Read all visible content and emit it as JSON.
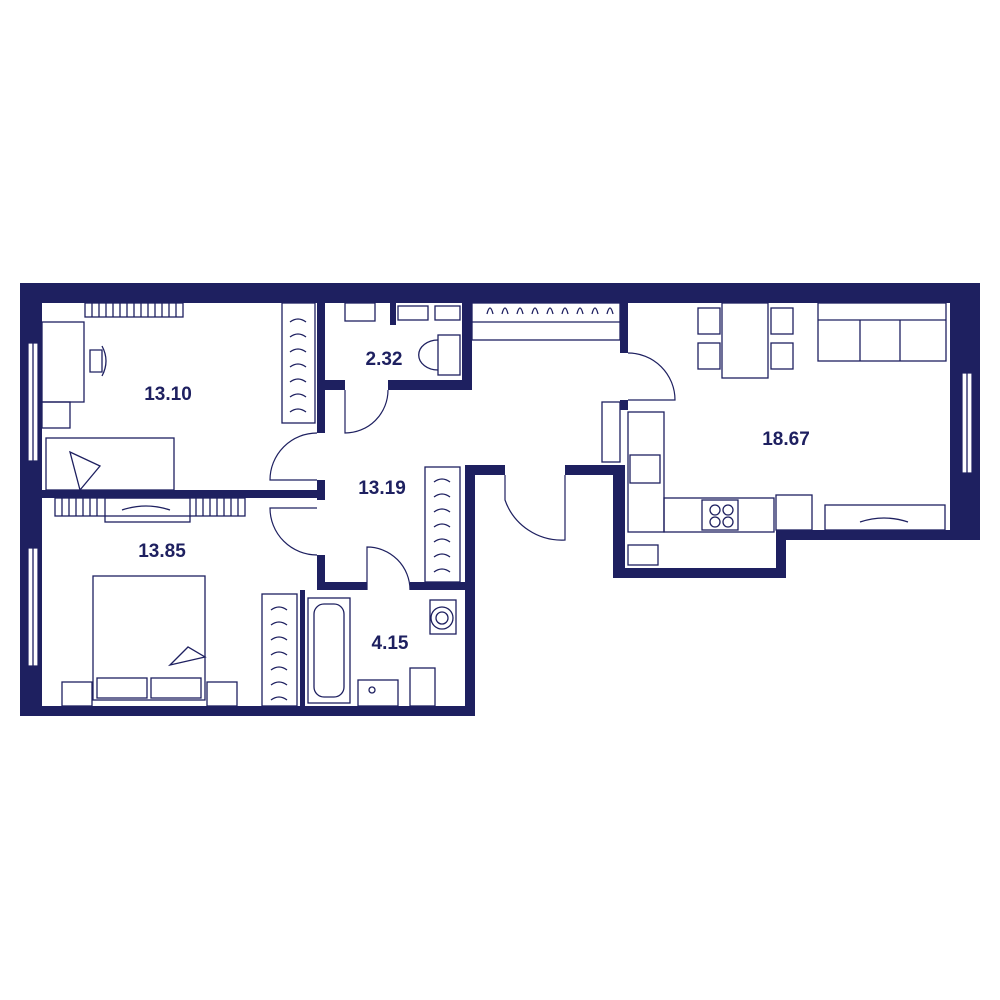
{
  "floor_plan": {
    "rooms": [
      {
        "id": "bedroom-1",
        "area": "13.10"
      },
      {
        "id": "bedroom-2",
        "area": "13.85"
      },
      {
        "id": "hallway",
        "area": "13.19"
      },
      {
        "id": "wc",
        "area": "2.32"
      },
      {
        "id": "bathroom",
        "area": "4.15"
      },
      {
        "id": "kitchen-living",
        "area": "18.67"
      }
    ],
    "colors": {
      "wall": "#1e2060",
      "background": "#ffffff"
    }
  }
}
